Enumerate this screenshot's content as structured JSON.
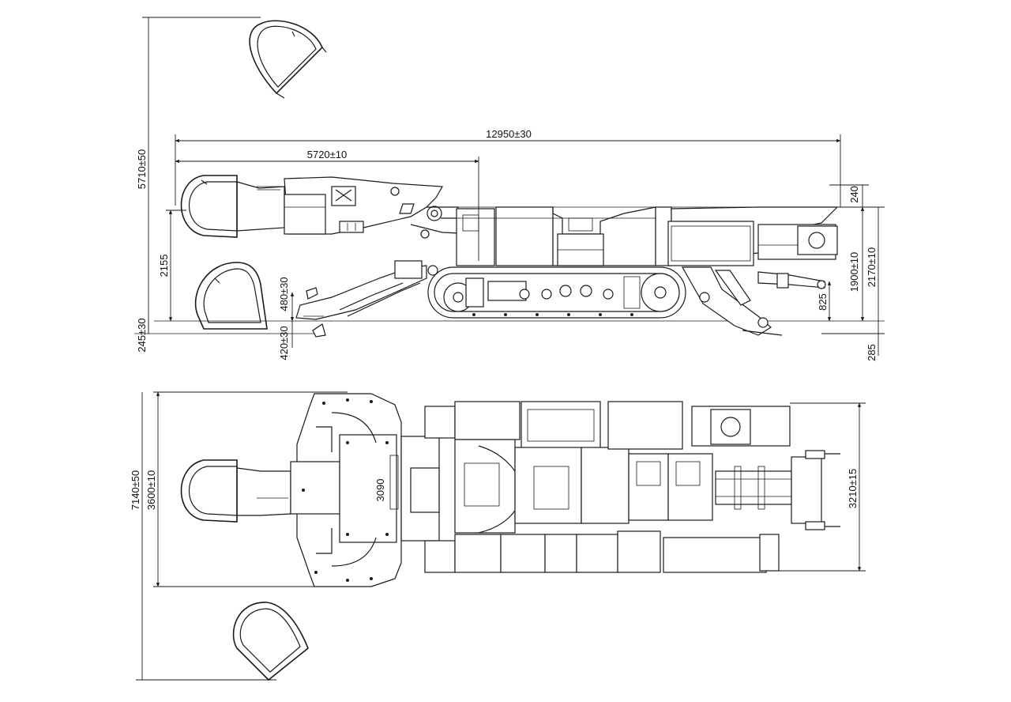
{
  "dimensions": {
    "overall_length": "12950±30",
    "boom_length": "5720±10",
    "max_cut_height": "5710±50",
    "pivot_height": "2155",
    "top_clearance": "240",
    "body_height": "1900±10",
    "overall_height": "2170±10",
    "shovel_lift": "480±30",
    "shovel_drop": "420±30",
    "cut_depth": "245±30",
    "rear_lift": "825",
    "rear_drop": "285",
    "max_cut_width": "7140±50",
    "machine_width": "3600±10",
    "shovel_width": "3090",
    "tail_width": "3210±15"
  }
}
